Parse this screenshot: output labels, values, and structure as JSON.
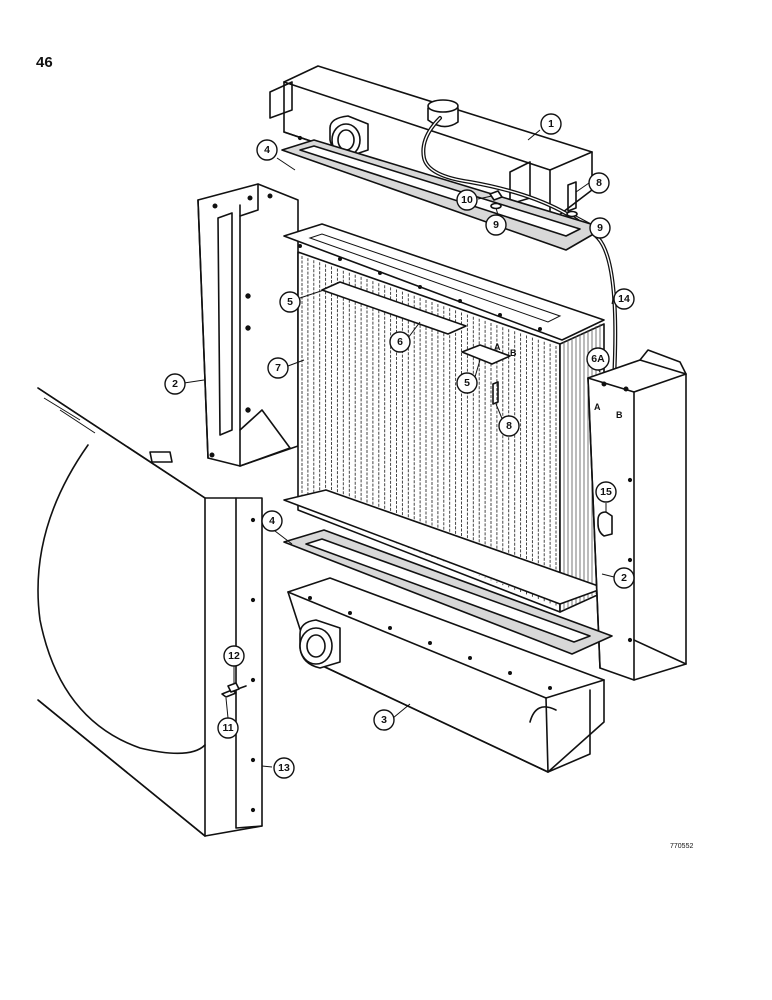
{
  "page": {
    "number": "46",
    "reference_code": "770552"
  },
  "callouts": [
    {
      "id": "c1",
      "label": "1"
    },
    {
      "id": "c2a",
      "label": "2"
    },
    {
      "id": "c2b",
      "label": "2"
    },
    {
      "id": "c3",
      "label": "3"
    },
    {
      "id": "c4a",
      "label": "4"
    },
    {
      "id": "c4b",
      "label": "4"
    },
    {
      "id": "c5a",
      "label": "5"
    },
    {
      "id": "c5b",
      "label": "5"
    },
    {
      "id": "c6",
      "label": "6"
    },
    {
      "id": "c6a",
      "label": "6A"
    },
    {
      "id": "c7",
      "label": "7"
    },
    {
      "id": "c8a",
      "label": "8"
    },
    {
      "id": "c8b",
      "label": "8"
    },
    {
      "id": "c9a",
      "label": "9"
    },
    {
      "id": "c9b",
      "label": "9"
    },
    {
      "id": "c10",
      "label": "10"
    },
    {
      "id": "c11",
      "label": "11"
    },
    {
      "id": "c12",
      "label": "12"
    },
    {
      "id": "c13",
      "label": "13"
    },
    {
      "id": "c14",
      "label": "14"
    },
    {
      "id": "c15",
      "label": "15"
    }
  ],
  "marks": [
    {
      "id": "mA1",
      "text": "A"
    },
    {
      "id": "mB1",
      "text": "B"
    },
    {
      "id": "mA2",
      "text": "A"
    },
    {
      "id": "mB2",
      "text": "B"
    }
  ]
}
